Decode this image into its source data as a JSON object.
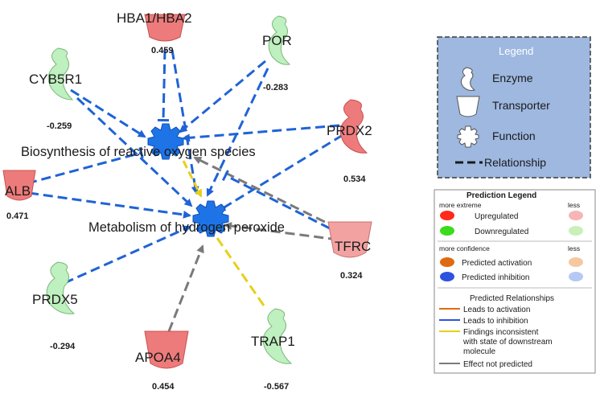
{
  "nodes": {
    "hba": {
      "label": "HBA1/HBA2",
      "value": "0.459"
    },
    "por": {
      "label": "POR",
      "value": "-0.283"
    },
    "cyb5r1": {
      "label": "CYB5R1",
      "value": "-0.259"
    },
    "prdx2": {
      "label": "PRDX2",
      "value": "0.534"
    },
    "alb": {
      "label": "ALB",
      "value": "0.471"
    },
    "tfrc": {
      "label": "TFRC",
      "value": "0.324"
    },
    "prdx5": {
      "label": "PRDX5",
      "value": "-0.294"
    },
    "apoa4": {
      "label": "APOA4",
      "value": "0.454"
    },
    "trap1": {
      "label": "TRAP1",
      "value": "-0.567"
    }
  },
  "functions": {
    "biosynthesis": "Biosynthesis of reactive oxygen species",
    "metabolism": "Metabolism of hydrogen peroxide"
  },
  "legend": {
    "title": "Legend",
    "enzyme": "Enzyme",
    "transporter": "Transporter",
    "function": "Function",
    "relationship": "Relationship"
  },
  "prediction_legend": {
    "title": "Prediction Legend",
    "more_extreme": "more extreme",
    "less1": "less",
    "upregulated": "Upregulated",
    "downregulated": "Downregulated",
    "more_confidence": "more confidence",
    "less2": "less",
    "predicted_activation": "Predicted activation",
    "predicted_inhibition": "Predicted inhibition",
    "predicted_relationships": "Predicted Relationships",
    "leads_to_activation": "Leads to activation",
    "leads_to_inhibition": "Leads to inhibition",
    "findings_line1": "Findings inconsistent",
    "findings_line2": "with state of downstream",
    "findings_line3": "molecule",
    "effect_not_predicted": "Effect not predicted"
  },
  "colors": {
    "up": "#ee7b7b",
    "down": "#bff0bf",
    "inhibition_edge": "#1f63d6",
    "inconsistent_edge": "#e8cf1b",
    "not_predicted_edge": "#7a7a7a",
    "function_fill": "#1e74e6",
    "legend_bg": "#9eb8e0"
  }
}
